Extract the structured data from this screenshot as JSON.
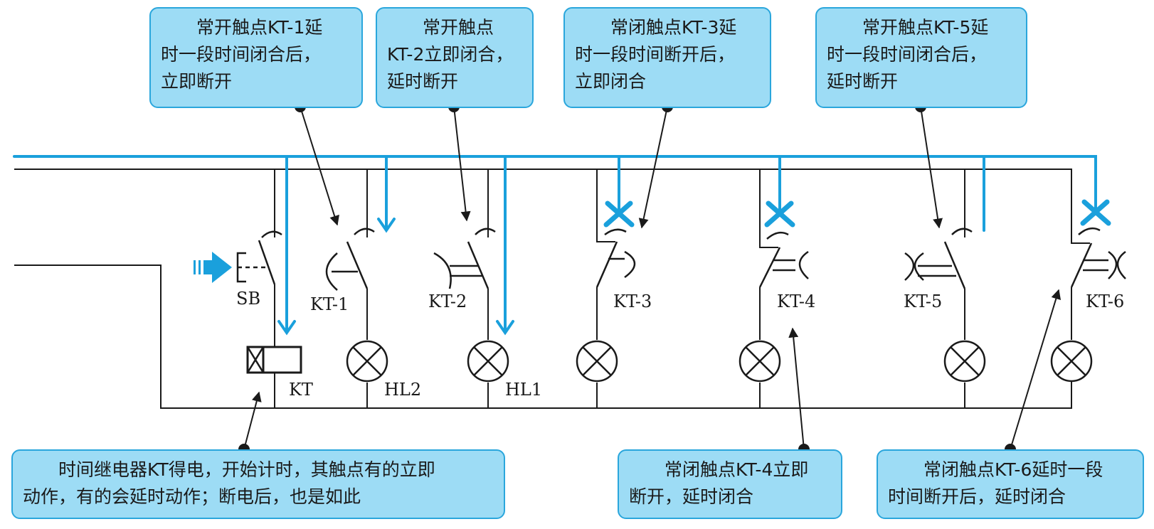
{
  "callouts": {
    "kt1": "　　常开触点KT-1延\n时一段时间闭合后，\n立即断开",
    "kt2": "　　常开触点\nKT-2立即闭合，\n延时断开",
    "kt3": "　　常闭触点KT-3延\n时一段时间断开后，\n立即闭合",
    "kt5": "　　常开触点KT-5延\n时一段时间闭合后，\n延时断开",
    "kt": "　　时间继电器KT得电，开始计时，其触点有的立即\n动作，有的会延时动作；断电后，也是如此",
    "kt4": "　　常闭触点KT-4立即\n断开，延时闭合",
    "kt6": "　　常闭触点KT-6延时一段\n时间断开后，延时闭合"
  },
  "labels": {
    "sb": "SB",
    "kt": "KT",
    "kt1": "KT-1",
    "kt2": "KT-2",
    "kt3": "KT-3",
    "kt4": "KT-4",
    "kt5": "KT-5",
    "kt6": "KT-6",
    "hl1": "HL1",
    "hl2": "HL2"
  },
  "colors": {
    "flow": "#1aa0dc",
    "callout_fill": "#9ddcf5",
    "callout_border": "#2aa6dc",
    "wire": "#1a1a1a"
  },
  "icons": {
    "push_indicator": "double-arrow-right-icon",
    "lamp": "lamp-cross-icon",
    "break_mark": "x-break-icon"
  }
}
